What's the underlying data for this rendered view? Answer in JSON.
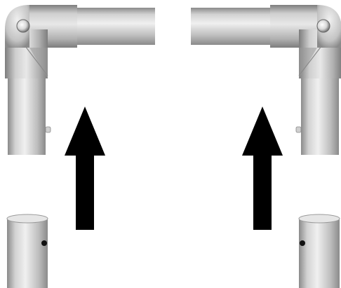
{
  "diagram": {
    "colors": {
      "background": "#ffffff",
      "arrow": "#000000",
      "hole": "#111111",
      "pipe_light": "#e9e9e9",
      "pipe_mid": "#bdbdbd",
      "pipe_dark": "#8a8a8a",
      "fitting_light": "#e0e0e0",
      "fitting_mid": "#b8b8b8",
      "fitting_dark": "#7d7d7d"
    },
    "parts": [
      {
        "name": "left-corner-fitting",
        "kind": "elbow connector",
        "side": "left"
      },
      {
        "name": "right-corner-fitting",
        "kind": "elbow connector",
        "side": "right"
      },
      {
        "name": "left-lower-tube",
        "kind": "tube with pin hole",
        "side": "left"
      },
      {
        "name": "right-lower-tube",
        "kind": "tube with pin hole",
        "side": "right"
      }
    ],
    "arrows": [
      {
        "name": "left-assembly-arrow",
        "direction": "up"
      },
      {
        "name": "right-assembly-arrow",
        "direction": "up"
      }
    ]
  }
}
